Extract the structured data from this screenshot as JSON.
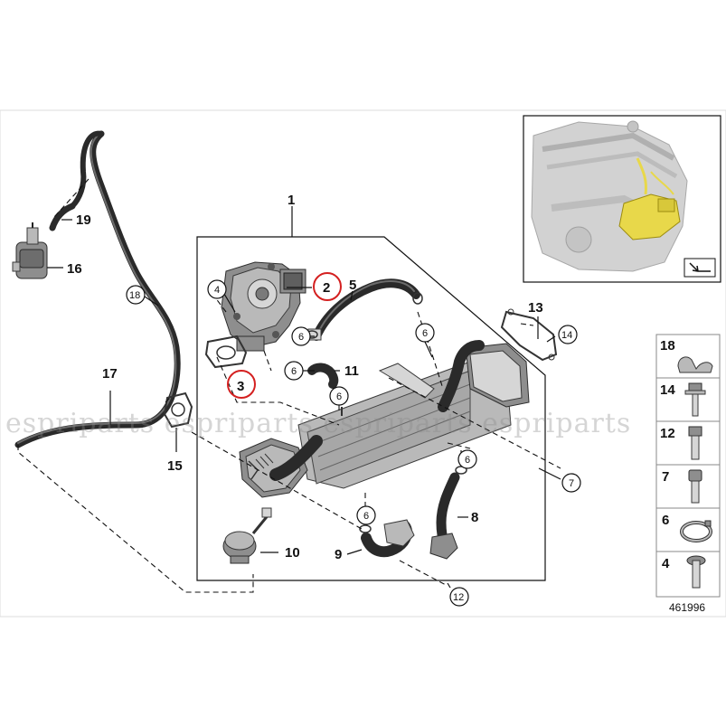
{
  "diagram": {
    "callouts": {
      "c1": "1",
      "c2": "2",
      "c3": "3",
      "c4": "4",
      "c5": "5",
      "c6a": "6",
      "c6b": "6",
      "c6c": "6",
      "c6d": "6",
      "c6e": "6",
      "c6f": "6",
      "c7": "7",
      "c8": "8",
      "c9": "9",
      "c10": "10",
      "c11": "11",
      "c12": "12",
      "c13": "13",
      "c14": "14",
      "c15": "15",
      "c16": "16",
      "c17": "17",
      "c18": "18",
      "c19": "19"
    },
    "highlighted_callouts": [
      "2",
      "3"
    ],
    "highlight_color": "#d42020",
    "engine_highlight_color": "#e8d84a"
  },
  "legend": {
    "items": [
      {
        "label": "18"
      },
      {
        "label": "14"
      },
      {
        "label": "12"
      },
      {
        "label": "7"
      },
      {
        "label": "6"
      },
      {
        "label": "4"
      }
    ],
    "figure_number": "461996"
  },
  "watermark": {
    "text": "espriparts espriparts espriparts espriparts"
  }
}
